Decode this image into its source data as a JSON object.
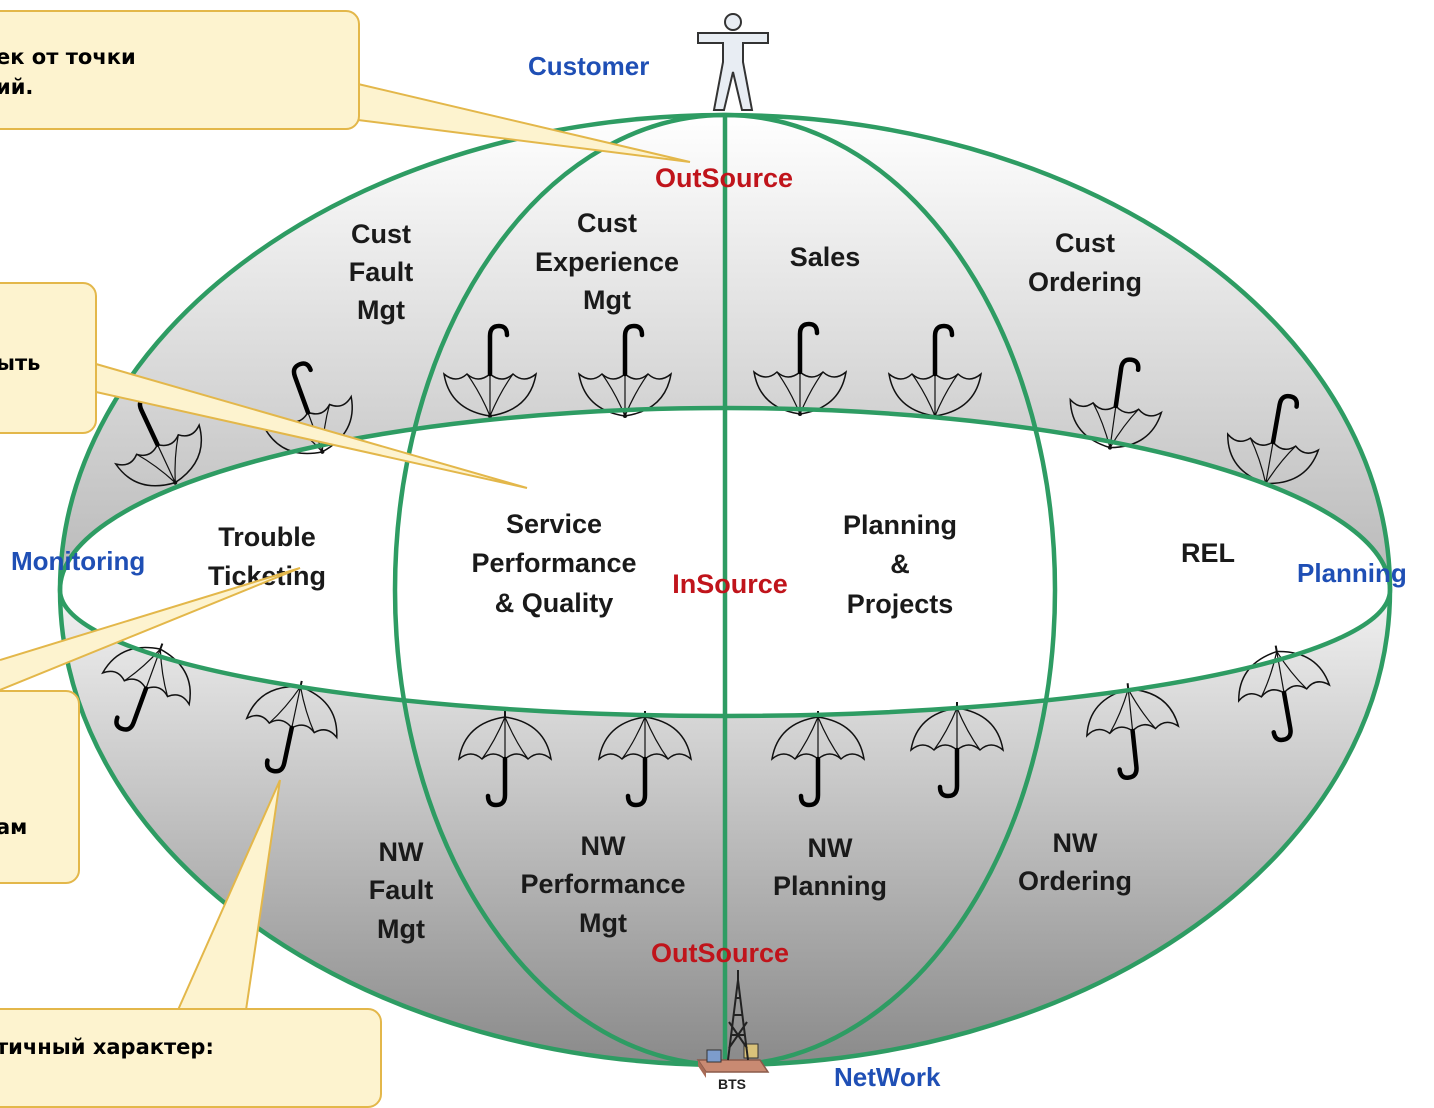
{
  "diagram": {
    "customer_label": "Customer",
    "network_label": "NetWork",
    "bts_label": "BTS",
    "monitoring_label": "Monitoring",
    "planning_label": "Planning",
    "outsource_top": "OutSource",
    "insource": "InSource",
    "outsource_bottom": "OutSource",
    "cells": {
      "cust_fault_mgt": [
        "Cust",
        "Fault",
        "Mgt"
      ],
      "cust_experience_mgt": [
        "Cust",
        "Experience",
        "Mgt"
      ],
      "sales": [
        "Sales"
      ],
      "cust_ordering": [
        "Cust",
        "Ordering"
      ],
      "trouble_ticketing": [
        "Trouble",
        "Ticketing"
      ],
      "service_performance": [
        "Service",
        "Performance",
        "& Quality"
      ],
      "planning_projects": [
        "Planning",
        "&",
        "Projects"
      ],
      "rel": [
        "REL"
      ],
      "nw_fault_mgt": [
        "NW",
        "Fault",
        "Mgt"
      ],
      "nw_performance_mgt": [
        "NW",
        "Performance",
        "Mgt"
      ],
      "nw_planning": [
        "NW",
        "Planning"
      ],
      "nw_ordering": [
        "NW",
        "Ordering"
      ]
    },
    "colors": {
      "ellipse_stroke": "#2e9c63",
      "axis_text": "#1f4fb5",
      "source_text": "#c0141b",
      "callout_fill": "#fdf3cf",
      "callout_border": "#e3b74a"
    }
  },
  "callouts": {
    "top": [
      "ек от точки",
      "ий."
    ],
    "mid": [
      "",
      "ыть"
    ],
    "lower": [
      "",
      "",
      "",
      "ам"
    ],
    "bottom": [
      "тичный характер:"
    ]
  }
}
